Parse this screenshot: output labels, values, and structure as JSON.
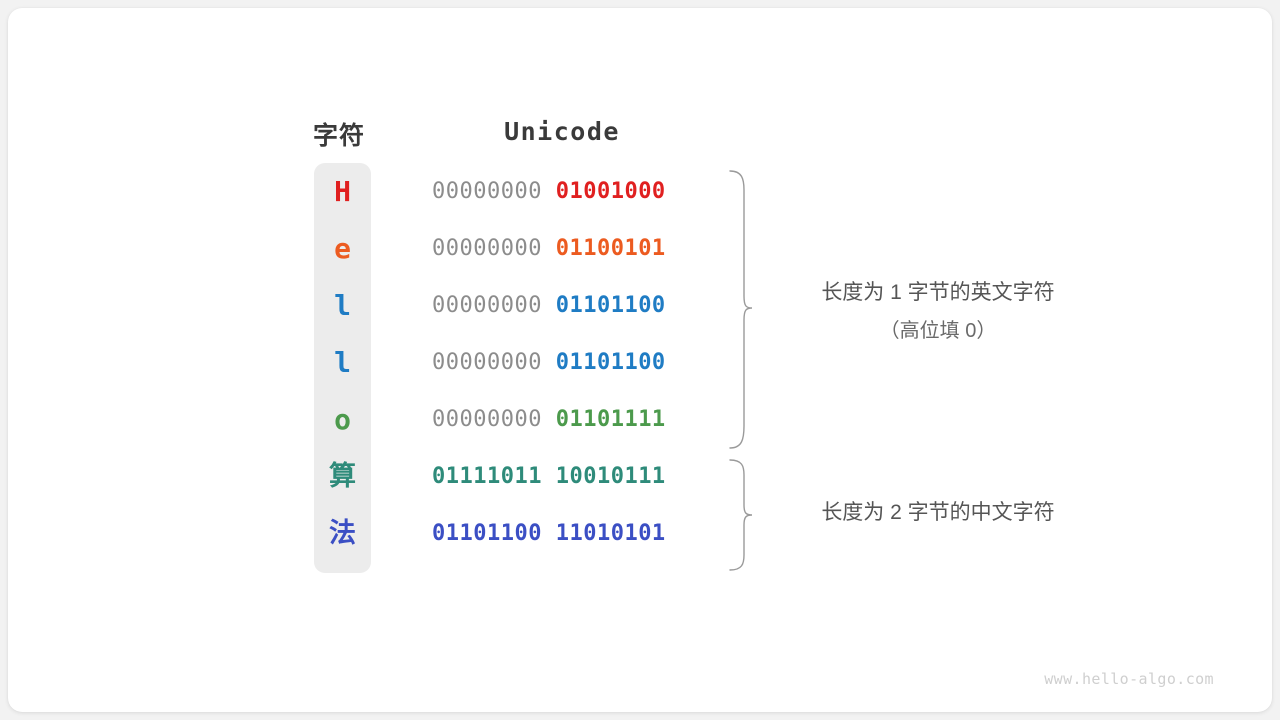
{
  "figure": {
    "headers": {
      "char": "字符",
      "unicode": "Unicode"
    },
    "rows": [
      {
        "char": "H",
        "script": "latin",
        "high": "00000000",
        "low": "01001000",
        "color": "#E02020"
      },
      {
        "char": "e",
        "script": "latin",
        "high": "00000000",
        "low": "01100101",
        "color": "#EC5B20"
      },
      {
        "char": "l",
        "script": "latin",
        "high": "00000000",
        "low": "01101100",
        "color": "#1F7CC4"
      },
      {
        "char": "l",
        "script": "latin",
        "high": "00000000",
        "low": "01101100",
        "color": "#1F7CC4"
      },
      {
        "char": "o",
        "script": "latin",
        "high": "00000000",
        "low": "01101111",
        "color": "#4C9A4C"
      },
      {
        "char": "算",
        "script": "cjk",
        "high": "01111011",
        "low": "10010111",
        "color": "#2E8B7A"
      },
      {
        "char": "法",
        "script": "cjk",
        "high": "01101100",
        "low": "11010101",
        "color": "#3B4FC4"
      }
    ],
    "annotations": [
      {
        "text": "长度为 1 字节的英文字符",
        "sub": "（高位填 0）"
      },
      {
        "text": "长度为 2 字节的中文字符",
        "sub": ""
      }
    ],
    "watermark": "www.hello-algo.com",
    "colors": {
      "high_bits": "#8c8c8c",
      "panel": "#ececec",
      "brace": "#9a9a9a",
      "header_text": "#3a3a3a",
      "annotation_text": "#555555",
      "card_background": "#ffffff",
      "page_background": "#f2f2f2"
    }
  }
}
